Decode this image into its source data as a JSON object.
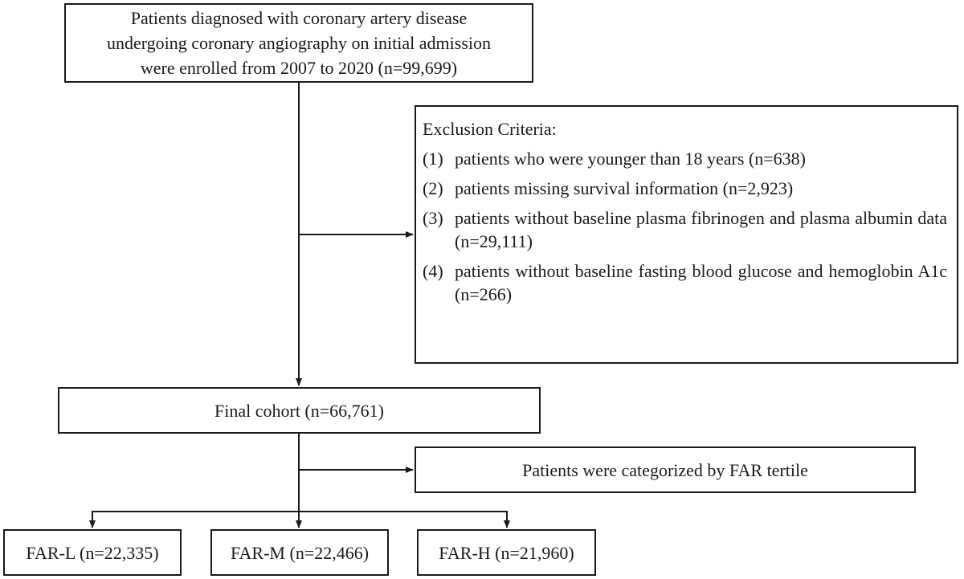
{
  "enrollment": {
    "lines": [
      "Patients diagnosed with coronary artery disease",
      "undergoing coronary angiography on initial admission",
      "were enrolled from 2007 to 2020 (n=99,699)"
    ]
  },
  "exclusion": {
    "heading": "Exclusion Criteria:",
    "items": [
      {
        "num": "(1)",
        "text": "patients who were younger than 18 years (n=638)"
      },
      {
        "num": "(2)",
        "text": "patients missing survival information (n=2,923)"
      },
      {
        "num": "(3)",
        "text": "patients without baseline plasma fibrinogen and plasma albumin data (n=29,111)"
      },
      {
        "num": "(4)",
        "text": "patients without baseline fasting blood glucose and hemoglobin A1c (n=266)"
      }
    ]
  },
  "final_cohort": {
    "label": "Final cohort (n=66,761)"
  },
  "categorization": {
    "label": "Patients were categorized by FAR tertile"
  },
  "groups": [
    {
      "label": "FAR-L (n=22,335)"
    },
    {
      "label": "FAR-M (n=22,466)"
    },
    {
      "label": "FAR-H (n=21,960)"
    }
  ],
  "colors": {
    "stroke": "#1a1a1a",
    "background": "#ffffff"
  }
}
